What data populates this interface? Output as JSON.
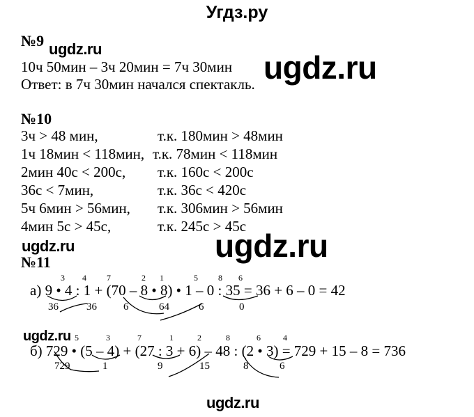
{
  "header": {
    "site_title": "Угдз.ру"
  },
  "watermarks": {
    "small_1": "ugdz.ru",
    "big_1": "ugdz.ru",
    "small_2": "ugdz.ru",
    "big_2": "ugdz.ru",
    "small_3": "ugdz.ru",
    "footer": "ugdz.ru"
  },
  "task9": {
    "number": "№9",
    "equation": "10ч 50мин – 3ч 20мин = 7ч 30мин",
    "answer": "Ответ: в 7ч 30мин начался спектакль."
  },
  "task10": {
    "number": "№10",
    "rows": [
      {
        "comparison": "3ч > 48 мин,",
        "reason": "т.к. 180мин > 48мин"
      },
      {
        "comparison": "1ч 18мин < 118мин,",
        "reason": "т.к. 78мин < 118мин"
      },
      {
        "comparison": "2мин 40с < 200с,",
        "reason": "т.к. 160с < 200с"
      },
      {
        "comparison": "36с < 7мин,",
        "reason": "т.к. 36с < 420с"
      },
      {
        "comparison": "5ч 6мин > 56мин,",
        "reason": "т.к. 306мин > 56мин"
      },
      {
        "comparison": "4мин 5с > 45с,",
        "reason": "т.к. 245с > 45с"
      }
    ]
  },
  "task11": {
    "number": "№11",
    "a": {
      "expression": "а) 9 • 4 : 1 + (70 – 8 • 8) • 1 – 0 : 35 = 36 + 6 – 0 = 42",
      "order_marks": [
        "3",
        "4",
        "7",
        "2",
        "1",
        "5",
        "8",
        "6"
      ],
      "intermediate": [
        "36",
        "36",
        "6",
        "64",
        "6",
        "0"
      ]
    },
    "b": {
      "expression": "б) 729 • (5 – 4) + (27 : 3 + 6) – 48 : (2 • 3) = 729 + 15 – 8 = 736",
      "order_marks": [
        "5",
        "3",
        "7",
        "1",
        "2",
        "8",
        "6",
        "4"
      ],
      "intermediate": [
        "729",
        "1",
        "9",
        "15",
        "8",
        "6"
      ]
    }
  }
}
